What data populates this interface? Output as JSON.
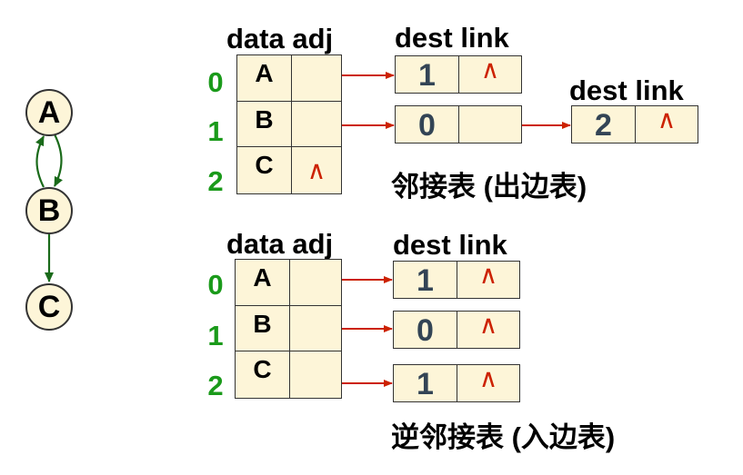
{
  "graph": {
    "nodes": [
      "A",
      "B",
      "C"
    ]
  },
  "out_table": {
    "header": "data adj",
    "rows": [
      {
        "index": "0",
        "data": "A",
        "adj": ""
      },
      {
        "index": "1",
        "data": "B",
        "adj": ""
      },
      {
        "index": "2",
        "data": "C",
        "adj": "∧"
      }
    ],
    "node_header_1": "dest link",
    "node_header_2": "dest link",
    "nodes": [
      {
        "dest": "1",
        "link": "∧"
      },
      {
        "dest": "0",
        "link": ""
      },
      {
        "dest": "2",
        "link": "∧"
      }
    ],
    "caption": "邻接表 (出边表)"
  },
  "in_table": {
    "header": "data adj",
    "rows": [
      {
        "index": "0",
        "data": "A",
        "adj": ""
      },
      {
        "index": "1",
        "data": "B",
        "adj": ""
      },
      {
        "index": "2",
        "data": "C",
        "adj": ""
      }
    ],
    "node_header": "dest link",
    "nodes": [
      {
        "dest": "1",
        "link": "∧"
      },
      {
        "dest": "0",
        "link": "∧"
      },
      {
        "dest": "1",
        "link": "∧"
      }
    ],
    "caption": "逆邻接表 (入边表)"
  },
  "colors": {
    "index_green": "#1a9a1a",
    "arrow_red": "#cc2200",
    "edge_green": "#1a6a1a",
    "cell_fill": "#fdf5d8"
  }
}
